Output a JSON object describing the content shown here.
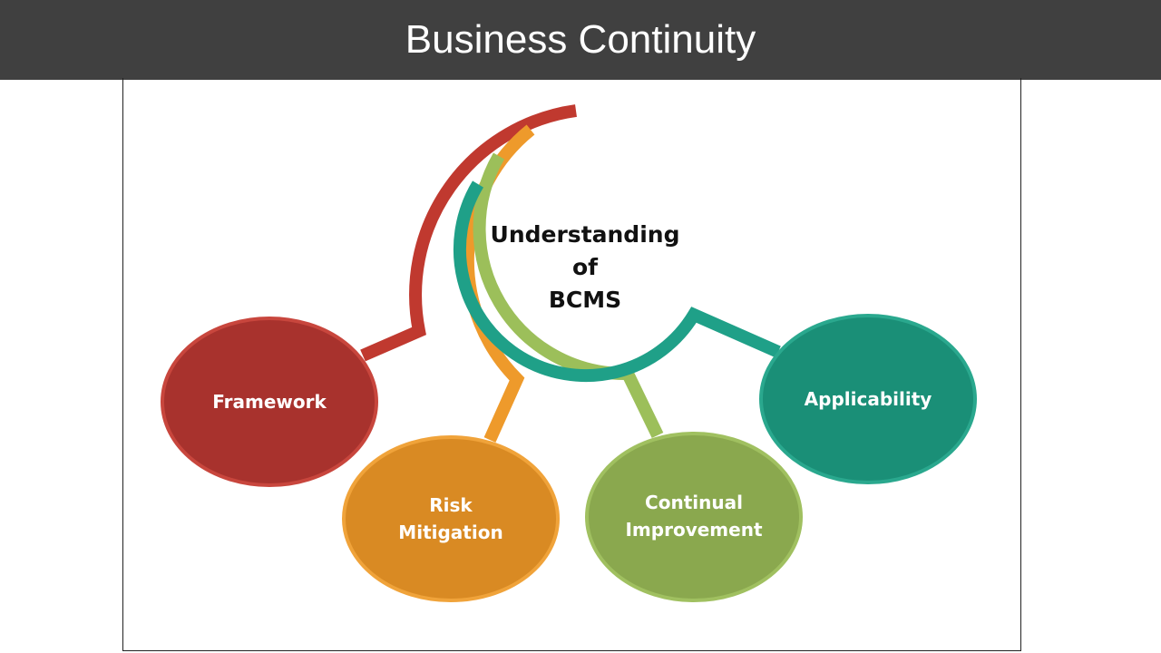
{
  "slide": {
    "title": "Business Continuity"
  },
  "diagram": {
    "center_lines": [
      "Understanding",
      "of",
      "BCMS"
    ],
    "nodes": [
      {
        "label_lines": [
          "Framework"
        ],
        "color": "#a8322d"
      },
      {
        "label_lines": [
          "Risk",
          "Mitigation"
        ],
        "color": "#d98a23"
      },
      {
        "label_lines": [
          "Continual",
          "Improvement"
        ],
        "color": "#8aa84e"
      },
      {
        "label_lines": [
          "Applicability"
        ],
        "color": "#1a8f77"
      }
    ]
  }
}
